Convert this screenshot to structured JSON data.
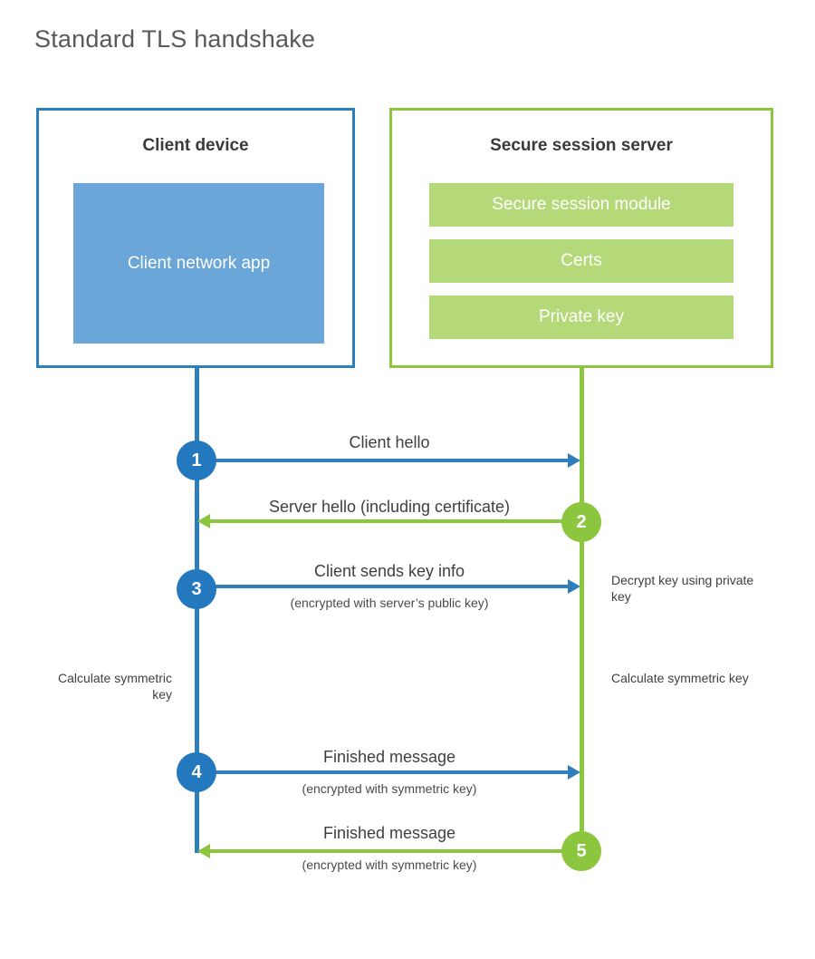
{
  "title": "Standard TLS handshake",
  "colors": {
    "client_blue": "#2e7ebc",
    "client_app_blue": "#6aa6d8",
    "step_blue": "#2478bd",
    "server_green": "#8cc63e",
    "module_green": "#b5d979",
    "title_gray": "#58595b",
    "text_gray": "#3f3f41"
  },
  "client": {
    "title": "Client device",
    "app_label": "Client network app"
  },
  "server": {
    "title": "Secure session server",
    "modules": [
      {
        "label": "Secure session module"
      },
      {
        "label": "Certs"
      },
      {
        "label": "Private key"
      }
    ]
  },
  "steps": [
    {
      "number": "1",
      "side": "client",
      "direction": "client-to-server",
      "label": "Client hello",
      "sublabel": ""
    },
    {
      "number": "2",
      "side": "server",
      "direction": "server-to-client",
      "label": "Server hello (including certificate)",
      "sublabel": ""
    },
    {
      "number": "3",
      "side": "client",
      "direction": "client-to-server",
      "label": "Client sends key info",
      "sublabel": "(encrypted with server’s public key)"
    },
    {
      "number": "4",
      "side": "client",
      "direction": "client-to-server",
      "label": "Finished message",
      "sublabel": "(encrypted with symmetric key)"
    },
    {
      "number": "5",
      "side": "server",
      "direction": "server-to-client",
      "label": "Finished message",
      "sublabel": "(encrypted with symmetric key)"
    }
  ],
  "notes": {
    "decrypt_key": "Decrypt key using private key",
    "client_calculate": "Calculate symmetric key",
    "server_calculate": "Calculate symmetric key"
  }
}
